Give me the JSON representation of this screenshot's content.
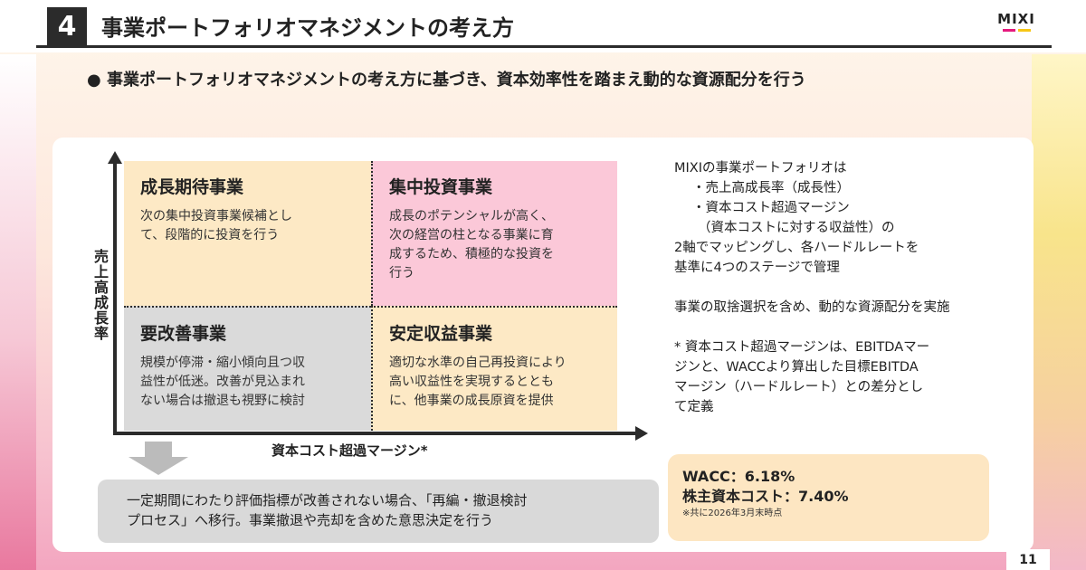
{
  "header": {
    "section_number": "4",
    "title": "事業ポートフォリオマネジメントの考え方",
    "logo_text": "MIXI",
    "logo_colors": [
      "#e5197d",
      "#f7c615"
    ]
  },
  "bullet": "● 事業ポートフォリオマネジメントの考え方に基づき、資本効率性を踏まえ動的な資源配分を行う",
  "matrix": {
    "y_axis_label": "売上高成長率",
    "x_axis_label": "資本コスト超過マージン*",
    "quadrants": [
      {
        "title": "成長期待事業",
        "desc": "次の集中投資事業候補とし\nて、段階的に投資を行う"
      },
      {
        "title": "集中投資事業",
        "desc": "成長のポテンシャルが高く、\n次の経営の柱となる事業に育\n成するため、積極的な投資を\n行う"
      },
      {
        "title": "要改善事業",
        "desc": "規模が停滞・縮小傾向且つ収\n益性が低迷。改善が見込まれ\nない場合は撤退も視野に検討"
      },
      {
        "title": "安定収益事業",
        "desc": "適切な水準の自己再投資により\n高い収益性を実現するととも\nに、他事業の成長原資を提供"
      }
    ],
    "colors": {
      "growth": "#fde9c5",
      "invest": "#fbc8d8",
      "improve": "#dadada",
      "stable": "#fde9c5"
    }
  },
  "process_box": {
    "line1": "一定期間にわたり評価指標が改善されない場合、「再編・撤退検討",
    "line2": "プロセス」へ移行。事業撤退や売却を含めた意思決定を行う"
  },
  "right_text": {
    "lines": [
      "MIXIの事業ポートフォリオは",
      "・売上高成長率（成長性）",
      "・資本コスト超過マージン",
      "（資本コストに対する収益性）の",
      "2軸でマッピングし、各ハードルレートを",
      "基準に4つのステージで管理"
    ],
    "dynamic": "事業の取捨選択を含め、動的な資源配分を実施",
    "footnote": [
      "* 資本コスト超過マージンは、EBITDAマー",
      "ジンと、WACCより算出した目標EBITDA",
      "マージン（ハードルレート）との差分とし",
      "て定義"
    ]
  },
  "wacc": {
    "wacc_line": "WACC：6.18%",
    "equity_cost_line": "株主資本コスト：7.40%",
    "note": "※共に2026年3月末時点"
  },
  "page_number": "11"
}
